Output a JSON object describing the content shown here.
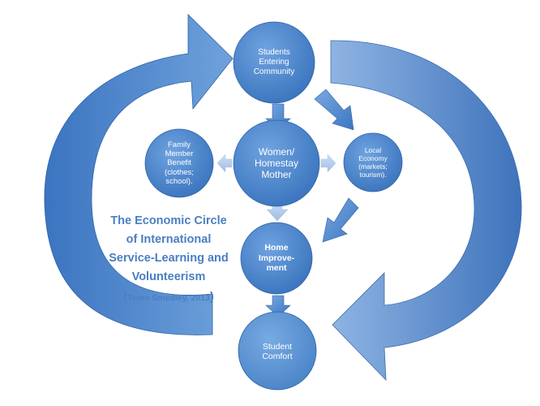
{
  "nodes": {
    "students_entering": [
      "Students",
      "Entering",
      "Community"
    ],
    "women_homestay": [
      "Women/",
      "Homestay",
      "Mother"
    ],
    "family_benefit": [
      "Family",
      "Member",
      "Benefit",
      "(clothes;",
      "school)."
    ],
    "local_economy": [
      "Local",
      "Economy",
      "(markets;",
      "tourism)."
    ],
    "home_improvement": [
      "Home",
      "Improve-",
      "ment"
    ],
    "student_comfort": [
      "Student",
      "Comfort"
    ]
  },
  "title": {
    "lines": [
      "The Economic Circle",
      "of International",
      "Service-Learning and",
      "Volunteerism"
    ],
    "citation_open": "(",
    "citation_text": "Toms Smedley, 2013",
    "citation_close": ")"
  },
  "colors": {
    "node_fill": "#4d8ad1",
    "node_fill_dark": "#3b76c0",
    "title_text": "#4a7fc1",
    "arrow_blue": "#4f8ad0",
    "arrow_light": "#b9cfe9"
  }
}
